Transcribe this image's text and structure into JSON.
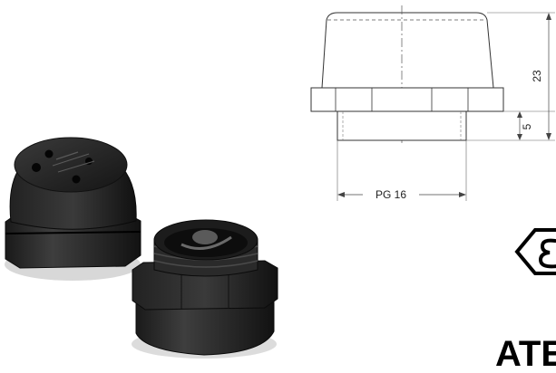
{
  "technical_drawing": {
    "thread_label": "PG 16",
    "height_label": "23",
    "thread_length_label": "5"
  },
  "atex_mark": {
    "wordmark": "ATE"
  }
}
